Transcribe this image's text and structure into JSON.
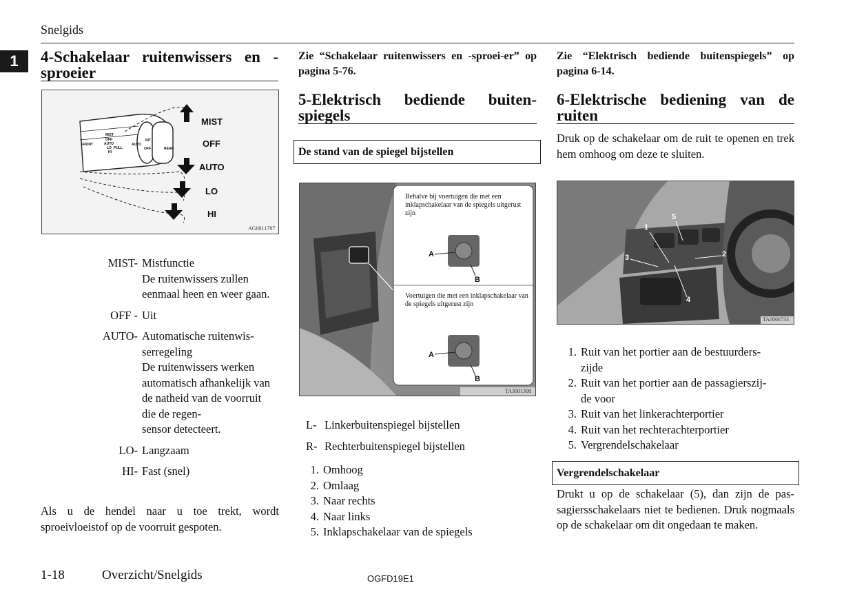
{
  "header": {
    "title": "Snelgids",
    "chapter": "1"
  },
  "col1": {
    "heading": "4-Schakelaar ruitenwissers en -sproeier",
    "figure": {
      "labels": {
        "mist": "MIST",
        "off": "OFF",
        "auto": "AUTO",
        "lo": "LO",
        "hi": "HI"
      },
      "small": {
        "front": "FRONT",
        "mist": "MIST",
        "off": "OFF",
        "auto": "AUTO",
        "lo": "LO",
        "pull": "PULL",
        "hi": "HI",
        "int": "INT",
        "off2": "OFF",
        "rear": "REAR",
        "auto2": "AUTO"
      },
      "code": "AG0011787"
    },
    "definitions": [
      {
        "term": "MIST-",
        "desc": "Mistfunctie\nDe ruitenwissers zullen eenmaal heen en weer gaan."
      },
      {
        "term": "OFF -",
        "desc": "Uit"
      },
      {
        "term": "AUTO-",
        "desc": "Automatische ruitenwis-serregeling\nDe ruitenwissers werken automatisch afhankelijk van de natheid van de voorruit die de regen-sensor detecteert."
      },
      {
        "term": "LO-",
        "desc": "Langzaam"
      },
      {
        "term": "HI-",
        "desc": "Fast (snel)"
      }
    ],
    "paragraph": "Als u de hendel naar u toe trekt, wordt sproeivloeistof op de voorruit gespoten."
  },
  "col2": {
    "ref": "Zie “Schakelaar ruitenwissers en -sproei-er” op pagina 5-76.",
    "heading": "5-Elektrisch bediende buiten-spiegels",
    "box_heading": "De stand van de spiegel bijstellen",
    "figure": {
      "caption_top": "Behalve bij voertuigen die met een inklapschakelaar van de spiegels uitgerust zijn",
      "caption_bottom": "Voertuigen die met een inklapschakelaar van de spiegels uitgerust zijn",
      "label_a": "A",
      "label_b": "B",
      "code": "TA3001308"
    },
    "lr": [
      {
        "key": "L-",
        "text": "Linkerbuitenspiegel bijstellen"
      },
      {
        "key": "R-",
        "text": "Rechterbuitenspiegel bijstellen"
      }
    ],
    "items": [
      {
        "num": "1.",
        "text": "Omhoog"
      },
      {
        "num": "2.",
        "text": "Omlaag"
      },
      {
        "num": "3.",
        "text": "Naar rechts"
      },
      {
        "num": "4.",
        "text": "Naar links"
      },
      {
        "num": "5.",
        "text": "Inklapschakelaar van de spiegels"
      }
    ]
  },
  "col3": {
    "ref": "Zie “Elektrisch bediende buitenspiegels” op pagina 6-14.",
    "heading": "6-Elektrische bediening van de ruiten",
    "intro": "Druk op de schakelaar om de ruit te openen en trek hem omhoog om deze te sluiten.",
    "figure": {
      "n1": "1",
      "n2": "2",
      "n3": "3",
      "n4": "4",
      "n5": "5",
      "code": "TA0066733"
    },
    "items": [
      {
        "num": "1.",
        "text": "Ruit van het portier aan de bestuurders-zijde"
      },
      {
        "num": "2.",
        "text": "Ruit van het portier aan de passagierszij-de voor"
      },
      {
        "num": "3.",
        "text": "Ruit van het linkerachterportier"
      },
      {
        "num": "4.",
        "text": "Ruit van het rechterachterportier"
      },
      {
        "num": "5.",
        "text": "Vergrendelschakelaar"
      }
    ],
    "box_heading": "Vergrendelschakelaar",
    "paragraph": "Drukt u op de schakelaar (5), dan zijn de pas-sagiersschakelaars niet te bedienen. Druk nogmaals op de schakelaar om dit ongedaan te maken."
  },
  "footer": {
    "page": "1-18",
    "section": "Overzicht/Snelgids",
    "code": "OGFD19E1"
  }
}
